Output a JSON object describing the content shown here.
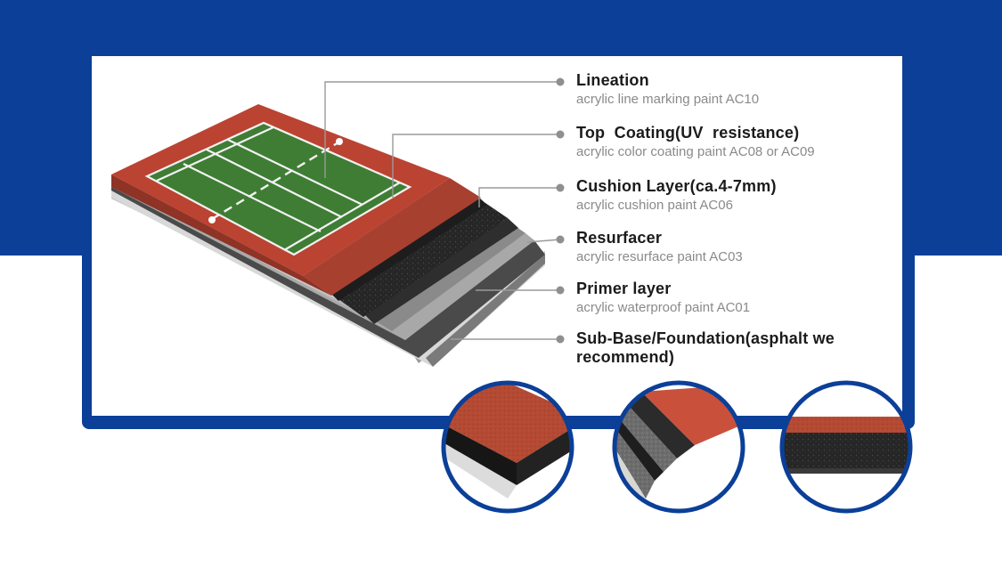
{
  "colors": {
    "brand_blue": "#0b3f98",
    "court_red": "#b8402f",
    "court_green": "#3f7d35",
    "cushion_black": "#2a2a2a",
    "leader_gray": "#8f8f8f"
  },
  "layers": [
    {
      "id": "lineation",
      "title": "Lineation",
      "subtitle": "acrylic line marking paint AC10"
    },
    {
      "id": "top-coating",
      "title": "Top  Coating(UV  resistance)",
      "subtitle": "acrylic color coating paint AC08 or AC09"
    },
    {
      "id": "cushion",
      "title": "Cushion Layer(ca.4-7mm)",
      "subtitle": "acrylic cushion paint AC06"
    },
    {
      "id": "resurfacer",
      "title": "Resurfacer",
      "subtitle": "acrylic resurface paint AC03"
    },
    {
      "id": "primer",
      "title": "Primer layer",
      "subtitle": "acrylic waterproof paint AC01"
    },
    {
      "id": "sub-base",
      "title": "Sub-Base/Foundation(asphalt we recommend)",
      "subtitle": ""
    }
  ],
  "sample_photos": [
    {
      "id": "sample-cushion-red",
      "icon": "cushion-red-sample-icon"
    },
    {
      "id": "sample-layer-stack",
      "icon": "layer-stack-sample-icon"
    },
    {
      "id": "sample-granular",
      "icon": "granular-rubber-sample-icon"
    }
  ]
}
